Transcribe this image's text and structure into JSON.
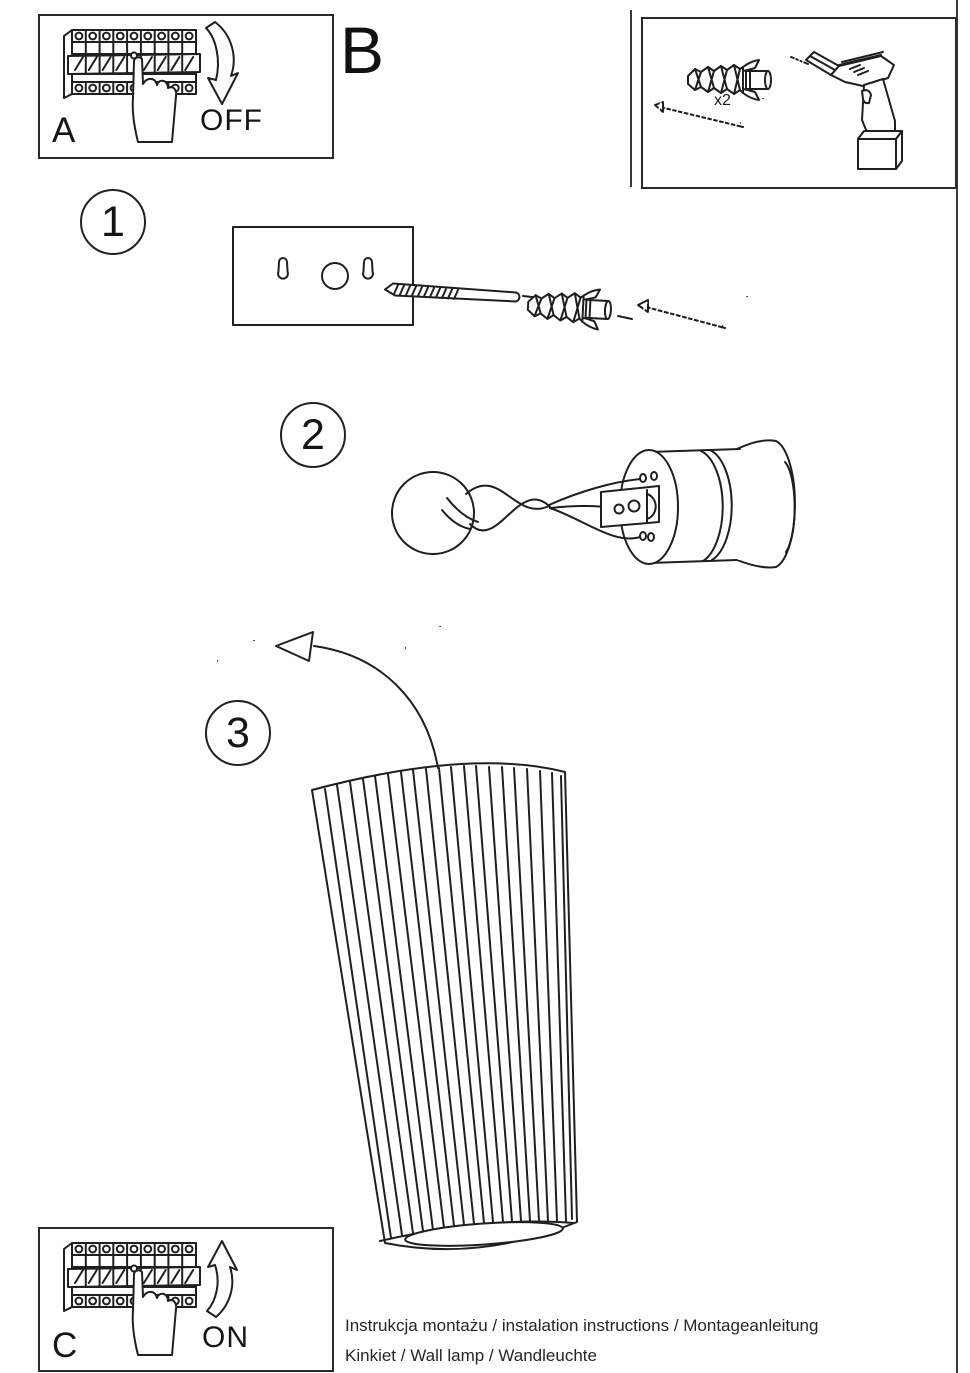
{
  "colors": {
    "ink": "#1f1f1f",
    "paper": "#ffffff",
    "border": "#2a2a2a"
  },
  "breaker_box_off": {
    "label": "A",
    "state_label": "OFF"
  },
  "parts_box": {
    "label": "B",
    "anchor_quantity": "x2"
  },
  "breaker_box_on": {
    "label": "C",
    "state_label": "ON"
  },
  "steps": {
    "step1": "1",
    "step2": "2",
    "step3": "3"
  },
  "footer": {
    "line1": "Instrukcja montażu / instalation instructions / Montageanleitung",
    "line2": "Kinkiet / Wall lamp / Wandleuchte"
  }
}
